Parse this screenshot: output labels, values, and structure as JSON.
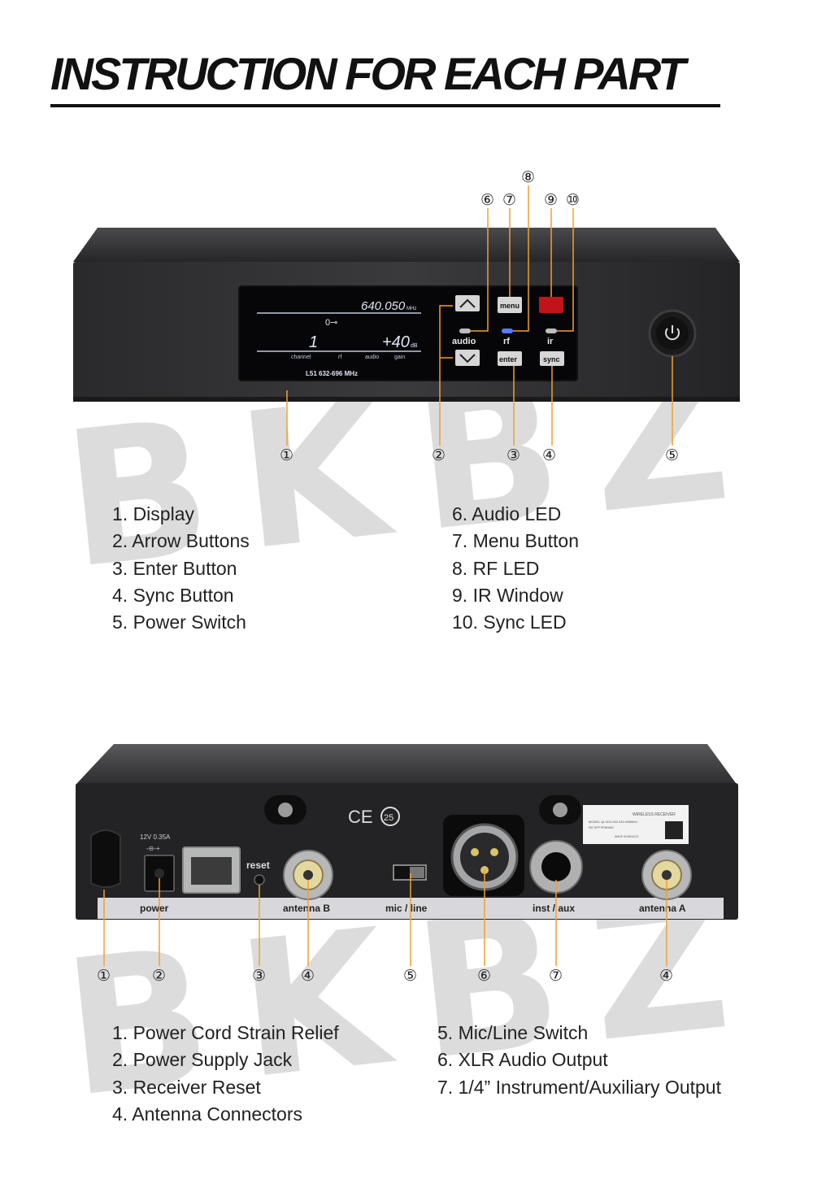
{
  "title": "INSTRUCTION FOR EACH PART",
  "watermark": "BKBZ",
  "front_panel": {
    "display": {
      "frequency": "640.050",
      "freq_unit": "MHz",
      "channel_value": "1",
      "gain_value": "+40",
      "gain_unit": "dB",
      "key_symbol": "0⊸",
      "labels": [
        "channel",
        "rf",
        "audio",
        "gain"
      ],
      "band": "L51 632-696 MHz"
    },
    "buttons": {
      "up": "︿",
      "down": "﹀",
      "menu": "menu",
      "enter": "enter",
      "sync": "sync"
    },
    "led_labels": {
      "audio": "audio",
      "rf": "rf",
      "ir": "ir"
    },
    "callouts": {
      "display": "①",
      "arrows": "②",
      "enter": "③",
      "sync": "④",
      "power": "⑤",
      "audio_led": "⑥",
      "menu": "⑦",
      "rf_led": "⑧",
      "ir": "⑨",
      "sync_led": "⑩"
    },
    "legend_left": [
      "1. Display",
      "2. Arrow Buttons",
      "3. Enter Button",
      "4. Sync Button",
      "5. Power Switch"
    ],
    "legend_right": [
      "6. Audio LED",
      "7. Menu Button",
      "8. RF LED",
      "9. IR Window",
      "10. Sync LED"
    ]
  },
  "rear_panel": {
    "power_rating": "12V 0.35A",
    "polarity": "-⊖-+",
    "labels": {
      "power": "power",
      "reset": "reset",
      "antenna_b": "antenna B",
      "mic_line": "mic / line",
      "inst_aux": "inst / aux",
      "antenna_a": "antenna A"
    },
    "cert_marks": {
      "ce": "CE",
      "years": "25"
    },
    "label_sticker": {
      "heading": "WIRELESS RECEIVER",
      "model": "MODEL QLXD4 #52   632-696MHz",
      "pat": "PAT APP PENDING",
      "origin": "MADE IN MEXICO"
    },
    "callouts": {
      "strain_relief": "①",
      "power_jack": "②",
      "reset": "③",
      "antenna_b": "④",
      "mic_line": "⑤",
      "xlr": "⑥",
      "quarter_inch": "⑦",
      "antenna_a": "④"
    },
    "legend_left": [
      "1. Power Cord Strain Relief",
      "2. Power Supply Jack",
      "3. Receiver Reset",
      "4. Antenna Connectors"
    ],
    "legend_right": [
      "5. Mic/Line Switch",
      "6. XLR Audio Output",
      "7. 1/4” Instrument/Auxiliary Output"
    ]
  },
  "colors": {
    "callout_line": "#f0a030",
    "chassis": "#2b2b2d",
    "display_bg": "#0a0a0c",
    "rf_led": "#5b7bff",
    "ir_window": "#c0141a"
  }
}
